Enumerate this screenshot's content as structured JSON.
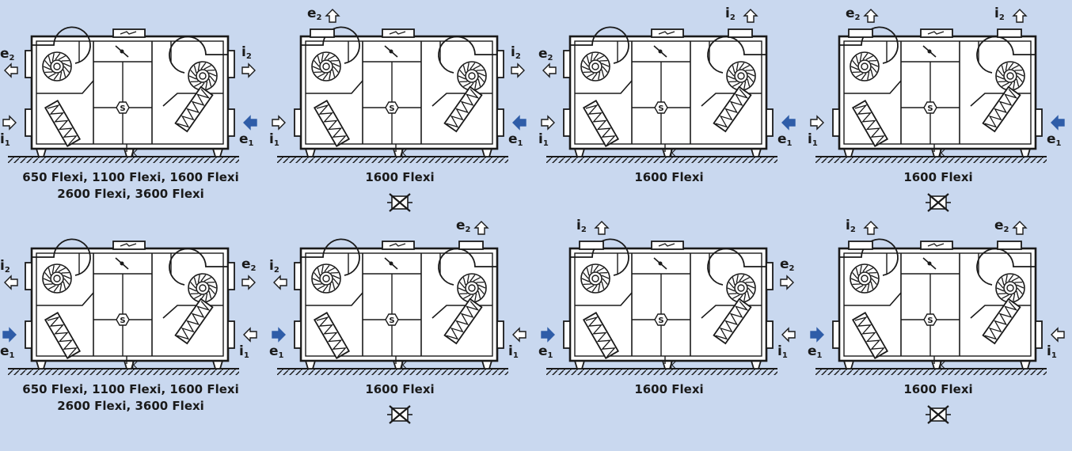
{
  "labels": {
    "supply_in": "i",
    "extract_in": "e",
    "sub_in": "1",
    "sub_out": "2",
    "condensate": "K",
    "heat_exchanger": "S"
  },
  "colors": {
    "background": "#c9d8ef",
    "unit_fill": "#ffffff",
    "line": "#1a1a1a",
    "arrow_active": "#2f5da8",
    "arrow_open": "#ffffff"
  },
  "icons": {
    "fan": "fan-icon",
    "filter": "filter-icon",
    "damper": "bypass-damper-icon",
    "not_allowed": "crossed-out-icon"
  },
  "units": [
    {
      "id": "u1",
      "mirror": false,
      "captions": [
        "650 Flexi, 1100 Flexi, 1600 Flexi",
        "2600 Flexi, 3600 Flexi"
      ],
      "ports": {
        "top_left": "closed",
        "top_right": "closed",
        "upper_left": "e2",
        "upper_right": "i2",
        "lower_left": "i1",
        "lower_right": "e1"
      },
      "cross_icon": false
    },
    {
      "id": "u2",
      "mirror": false,
      "captions": [
        "1600 Flexi"
      ],
      "ports": {
        "top_left": "e2",
        "top_right": "closed",
        "upper_left": "closed",
        "upper_right": "i2",
        "lower_left": "i1",
        "lower_right": "e1"
      },
      "cross_icon": true
    },
    {
      "id": "u3",
      "mirror": false,
      "captions": [
        "1600 Flexi"
      ],
      "ports": {
        "top_left": "closed",
        "top_right": "i2",
        "upper_left": "e2",
        "upper_right": "closed",
        "lower_left": "i1",
        "lower_right": "e1"
      },
      "cross_icon": false
    },
    {
      "id": "u4",
      "mirror": false,
      "captions": [
        "1600 Flexi"
      ],
      "ports": {
        "top_left": "e2",
        "top_right": "i2",
        "upper_left": "closed",
        "upper_right": "closed",
        "lower_left": "i1",
        "lower_right": "e1"
      },
      "cross_icon": true
    },
    {
      "id": "u5",
      "mirror": true,
      "captions": [
        "650 Flexi, 1100 Flexi, 1600 Flexi",
        "2600 Flexi, 3600 Flexi"
      ],
      "ports": {
        "top_left": "closed",
        "top_right": "closed",
        "upper_left": "i2",
        "upper_right": "e2",
        "lower_left": "e1",
        "lower_right": "i1"
      },
      "cross_icon": false
    },
    {
      "id": "u6",
      "mirror": true,
      "captions": [
        "1600 Flexi"
      ],
      "ports": {
        "top_left": "closed",
        "top_right": "e2",
        "upper_left": "i2",
        "upper_right": "closed",
        "lower_left": "e1",
        "lower_right": "i1"
      },
      "cross_icon": true
    },
    {
      "id": "u7",
      "mirror": true,
      "captions": [
        "1600 Flexi"
      ],
      "ports": {
        "top_left": "i2",
        "top_right": "closed",
        "upper_left": "closed",
        "upper_right": "e2",
        "lower_left": "e1",
        "lower_right": "i1"
      },
      "cross_icon": false
    },
    {
      "id": "u8",
      "mirror": true,
      "captions": [
        "1600 Flexi"
      ],
      "ports": {
        "top_left": "i2",
        "top_right": "e2",
        "upper_left": "closed",
        "upper_right": "closed",
        "lower_left": "e1",
        "lower_right": "i1"
      },
      "cross_icon": true
    }
  ]
}
